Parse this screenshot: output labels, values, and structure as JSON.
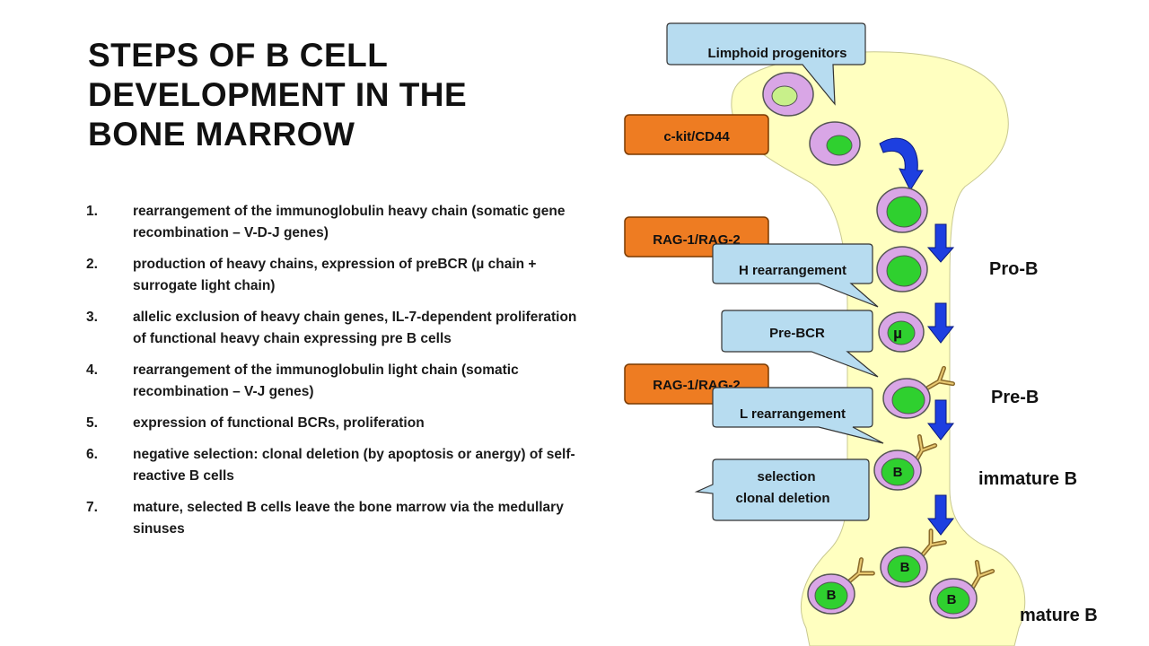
{
  "title": {
    "line1": "STEPS OF B CELL",
    "line2": "DEVELOPMENT IN THE",
    "line3": "BONE MARROW"
  },
  "steps": [
    {
      "num": "1.",
      "text": "rearrangement of the immunoglobulin heavy chain (somatic gene recombination – V-D-J genes)"
    },
    {
      "num": "2.",
      "text": "production of heavy chains, expression of preBCR (µ chain + surrogate light chain)"
    },
    {
      "num": "3.",
      "text": "allelic exclusion of heavy chain genes, IL-7-dependent proliferation of functional heavy chain expressing pre B cells"
    },
    {
      "num": "4.",
      "text": "rearrangement of the immunoglobulin light chain (somatic recombination – V-J genes)"
    },
    {
      "num": "5.",
      "text": "expression of functional BCRs, proliferation"
    },
    {
      "num": "6.",
      "text": "negative selection: clonal deletion (by apoptosis or anergy) of self-reactive B cells"
    },
    {
      "num": "7.",
      "text": "mature, selected B cells leave the bone marrow via the medullary sinuses"
    }
  ],
  "diagram": {
    "callout_limphoid": "Limphoid progenitors",
    "marker_ckit": "c-kit/CD44",
    "marker_rag1": "RAG-1/RAG-2",
    "callout_h": "H rearrangement",
    "callout_prebcr": "Pre-BCR",
    "marker_rag2": "RAG-1/RAG-2",
    "callout_l": "L rearrangement",
    "callout_selection_1": "selection",
    "callout_selection_2": "clonal deletion",
    "cell_mu": "µ",
    "cell_b": "B",
    "stage_prob": "Pro-B",
    "stage_preb": "Pre-B",
    "stage_immature": "immature B",
    "stage_mature": "mature B"
  },
  "colors": {
    "bone": "#ffffc0",
    "callout": "#b7dcf0",
    "marker": "#ee7c22",
    "cell_outer": "#d9a6e6",
    "cell_inner_light": "#c8f08a",
    "cell_inner": "#2fd02f",
    "arrow": "#1d3fe0"
  }
}
